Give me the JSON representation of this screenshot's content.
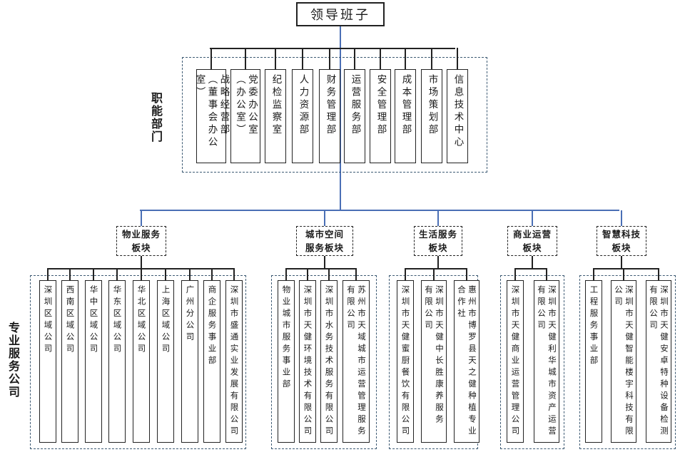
{
  "leadership": {
    "label": "领导班子"
  },
  "functional": {
    "group_label": "职能部门",
    "departments": [
      {
        "label": "战略经营部\n（董事会办公室）"
      },
      {
        "label": "党委办公室\n（办公室）"
      },
      {
        "label": "纪检监察室"
      },
      {
        "label": "人力资源部"
      },
      {
        "label": "财务管理部"
      },
      {
        "label": "运营服务部"
      },
      {
        "label": "安全管理部"
      },
      {
        "label": "成本管理部"
      },
      {
        "label": "市场策划部"
      },
      {
        "label": "信息技术中心"
      }
    ]
  },
  "professional": {
    "group_label": "专业服务公司",
    "boards": [
      {
        "line1": "物业服务",
        "line2": "板块",
        "units": [
          {
            "label": "深圳区域公司"
          },
          {
            "label": "西南区域公司"
          },
          {
            "label": "华中区域公司"
          },
          {
            "label": "华东区域公司"
          },
          {
            "label": "华北区域公司"
          },
          {
            "label": "上海区域公司"
          },
          {
            "label": "广州分公司"
          },
          {
            "label": "商企服务事业部"
          },
          {
            "label": "深圳市盛通实业发展有限公司"
          }
        ]
      },
      {
        "line1": "城市空间",
        "line2": "服务板块",
        "units": [
          {
            "label": "物业城市服务事业部"
          },
          {
            "label": "深圳市天健环境技术有限公司"
          },
          {
            "label": "深圳市水务技术服务有限公司"
          },
          {
            "label": "苏州市天域城市运营管理服务\n有限公司"
          }
        ]
      },
      {
        "line1": "生活服务",
        "line2": "板块",
        "units": [
          {
            "label": "深圳市天健蜜厨餐饮有限公司"
          },
          {
            "label": "深圳市天健中长胜康养服务\n有限公司"
          },
          {
            "label": "惠州市博罗县天之健种植专业\n合作社"
          }
        ]
      },
      {
        "line1": "商业运营",
        "line2": "板块",
        "units": [
          {
            "label": "深圳市天健商业运营管理公司"
          },
          {
            "label": "深圳市天健利华城市资产运营\n有限公司"
          }
        ]
      },
      {
        "line1": "智慧科技",
        "line2": "板块",
        "units": [
          {
            "label": "工程服务事业部"
          },
          {
            "label": "深圳市天健智能楼宇科技有限\n公司"
          },
          {
            "label": "深圳市天健安卓特种设备检测\n有限公司"
          }
        ]
      }
    ]
  },
  "colors": {
    "connector_main": "#4a6fb5",
    "connector_sub": "#222222",
    "group_border": "#3d5a73"
  }
}
